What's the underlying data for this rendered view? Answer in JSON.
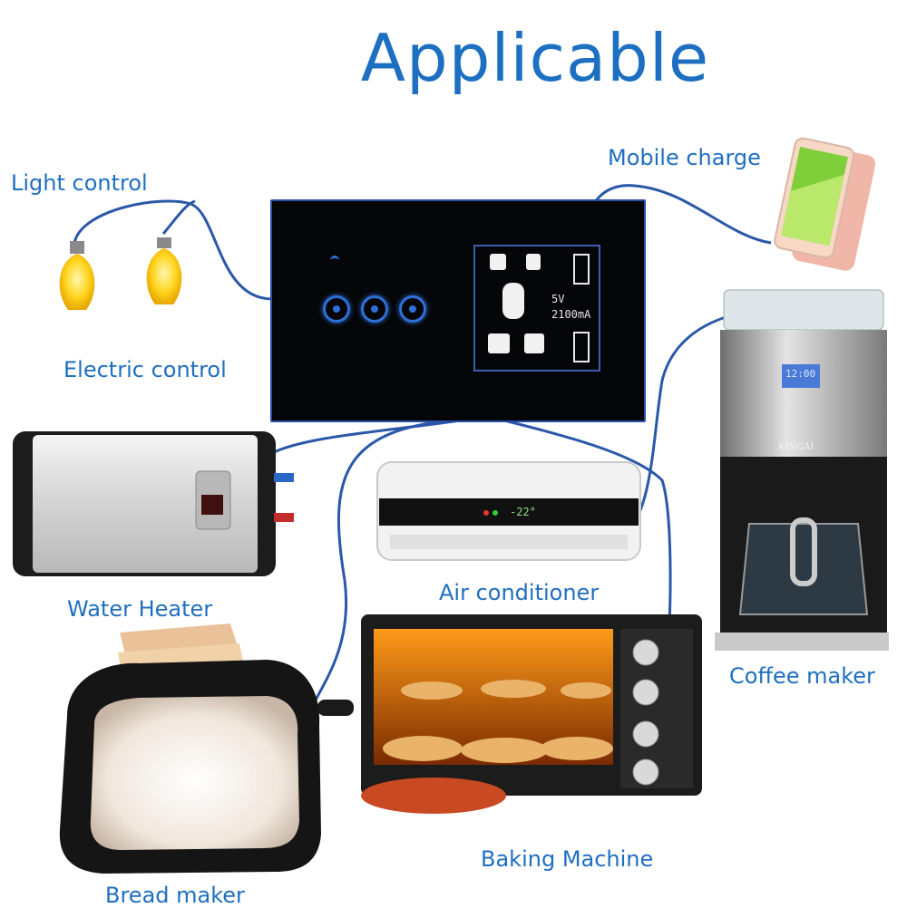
{
  "title": "Applicable",
  "labels": {
    "light_control": "Light control",
    "electric_control": "Electric control",
    "mobile_charge": "Mobile charge",
    "water_heater": "Water Heater",
    "air_conditioner": "Air conditioner",
    "coffee_maker": "Coffee maker",
    "bread_maker": "Bread maker",
    "baking_machine": "Baking Machine"
  },
  "panel": {
    "spec_voltage": "5V",
    "spec_current": "2100mA",
    "touch_button_count": 3
  },
  "appliance_displays": {
    "ac_temperature": "-22°",
    "coffee_display": "12:00",
    "coffee_brand": "KINGAI"
  },
  "colors": {
    "accent": "#1d6fc2",
    "panel_bg": "#050608",
    "wire": "#2b58a8"
  }
}
